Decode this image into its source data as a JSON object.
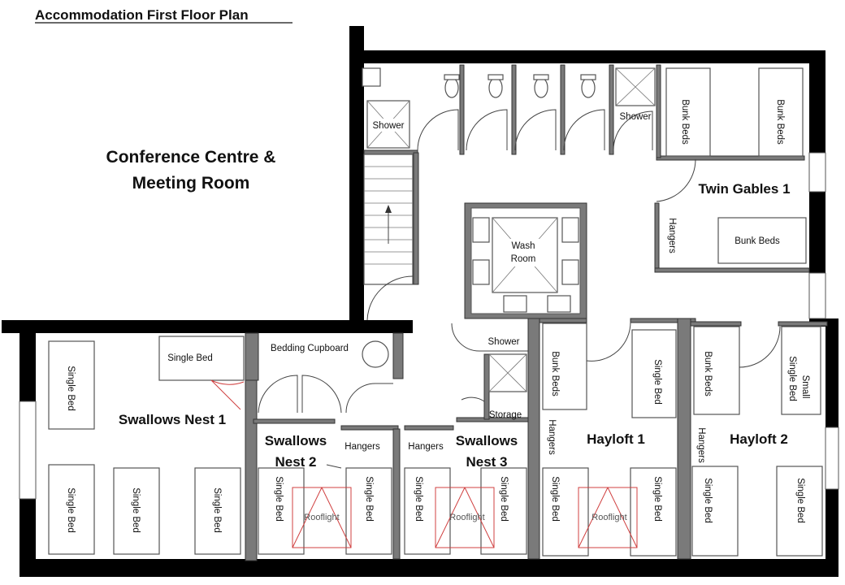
{
  "plan": {
    "title": "Accommodation First Floor Plan",
    "conference": [
      "Conference Centre &",
      "Meeting Room"
    ]
  },
  "rooms": {
    "twin_gables_1": "Twin Gables 1",
    "swallows_nest_1": "Swallows Nest 1",
    "swallows_nest_2": [
      "Swallows",
      "Nest 2"
    ],
    "swallows_nest_3": [
      "Swallows",
      "Nest 3"
    ],
    "hayloft_1": "Hayloft 1",
    "hayloft_2": "Hayloft 2",
    "wash_room": [
      "Wash",
      "Room"
    ]
  },
  "labels": {
    "shower": "Shower",
    "bunk_beds": "Bunk Beds",
    "single_bed": "Single Bed",
    "small_single_bed": [
      "Small",
      "Single Bed"
    ],
    "hangers": "Hangers",
    "storage": "Storage",
    "bedding_cupboard": "Bedding Cupboard",
    "rooflight": "Rooflight"
  }
}
